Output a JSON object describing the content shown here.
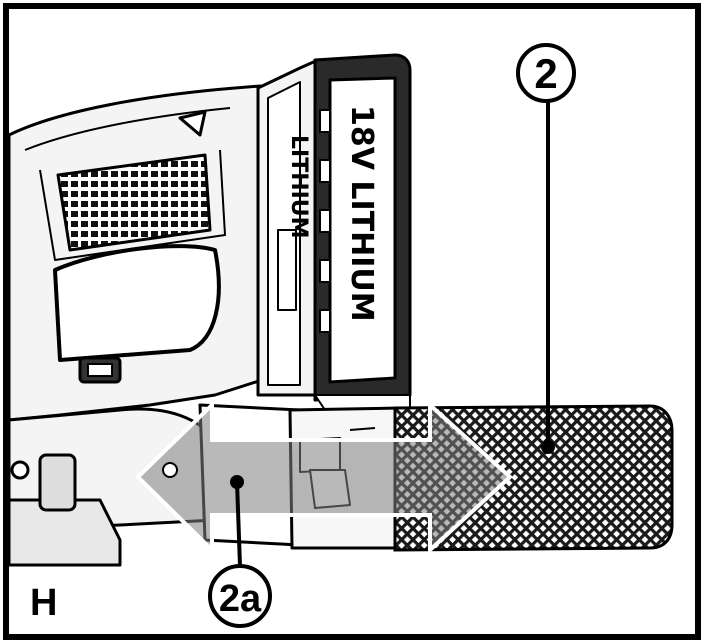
{
  "figure": {
    "panel_letter": "H",
    "callouts": {
      "main": "2",
      "sub": "2a"
    },
    "battery": {
      "side_text": "LITHIUM",
      "front_text": "18V LITHIUM"
    }
  }
}
